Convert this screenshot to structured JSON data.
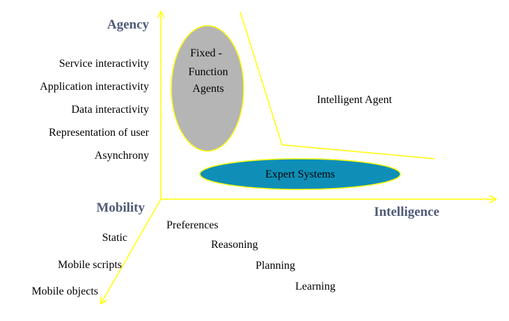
{
  "colors": {
    "axis": "#ffff00",
    "axis_title": "#4f5a78",
    "fixed_function_fill": "#b5b5b5",
    "expert_systems_fill": "#0f8fb8",
    "region_outline": "#ffff00"
  },
  "axes": {
    "agency": {
      "title": "Agency",
      "items": [
        "Service interactivity",
        "Application interactivity",
        "Data interactivity",
        "Representation of user",
        "Asynchrony"
      ]
    },
    "intelligence": {
      "title": "Intelligence",
      "items": [
        "Preferences",
        "Reasoning",
        "Planning",
        "Learning"
      ]
    },
    "mobility": {
      "title": "Mobility",
      "items": [
        "Static",
        "Mobile scripts",
        "Mobile objects"
      ]
    }
  },
  "regions": {
    "fixed_function": {
      "line1": "Fixed -",
      "line2": "Function",
      "line3": "Agents"
    },
    "expert_systems": {
      "label": "Expert Systems"
    },
    "intelligent_agent": {
      "label": "Intelligent Agent"
    }
  }
}
